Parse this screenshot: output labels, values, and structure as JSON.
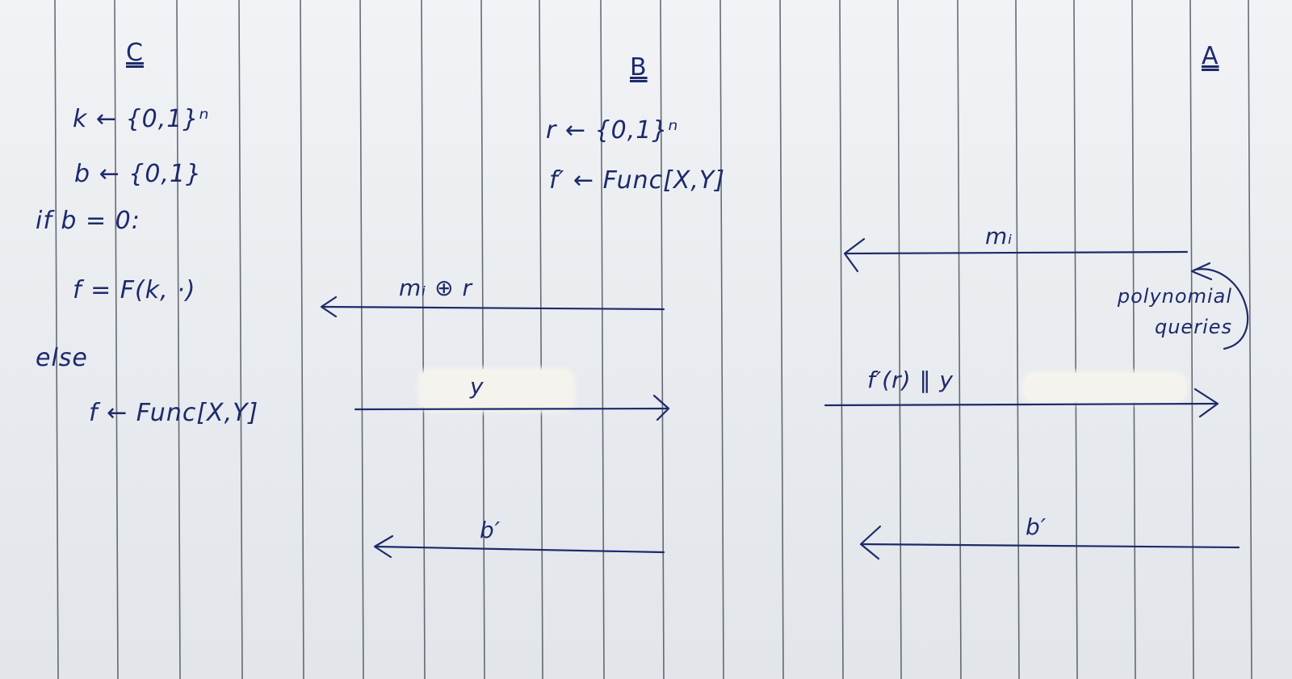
{
  "parties": {
    "challenger": "C",
    "reduction": "B",
    "adversary": "A"
  },
  "challenger_steps": {
    "key": "k ← {0,1}ⁿ",
    "bit": "b ← {0,1}",
    "if_line": "if b = 0:",
    "f_prf": "f = F(k, ·)",
    "else_line": "else",
    "f_rand": "f ← Func[X,Y]"
  },
  "reduction_steps": {
    "r_sample": "r ← {0,1}ⁿ",
    "f_prime": "f′ ← Func[X,Y]"
  },
  "messages": {
    "b_to_c": "mᵢ ⊕ r",
    "c_to_b": "y",
    "b_to_c_final": "b′",
    "a_to_b": "mᵢ",
    "b_to_a": "f′(r) ‖ y",
    "a_to_b_final": "b′",
    "queries_note": "polynomial queries"
  },
  "colors": {
    "ink": "#1d2a6b",
    "rule_line": "#3a3f4a",
    "paper": "#eceef2"
  }
}
